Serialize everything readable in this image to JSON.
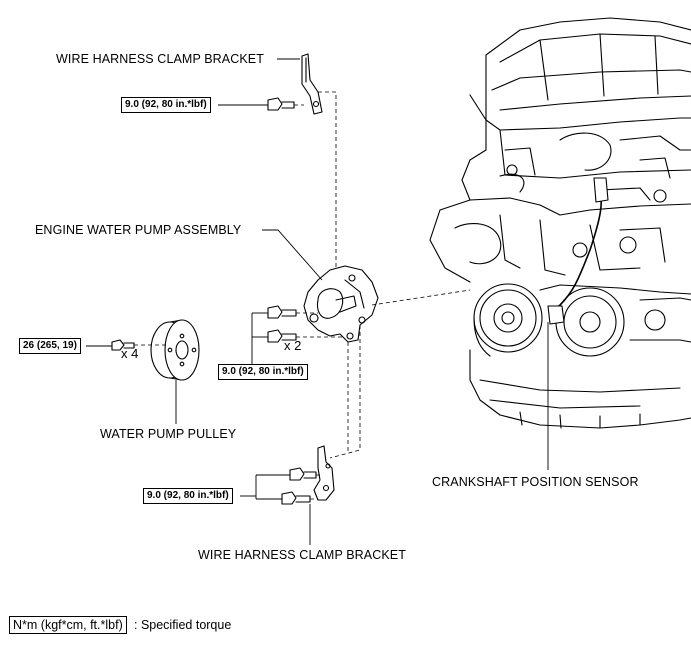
{
  "labels": {
    "wire_harness_top": "WIRE HARNESS CLAMP BRACKET",
    "engine_water_pump": "ENGINE WATER PUMP ASSEMBLY",
    "water_pump_pulley": "WATER PUMP PULLEY",
    "crankshaft_sensor": "CRANKSHAFT POSITION SENSOR",
    "wire_harness_bottom": "WIRE HARNESS CLAMP BRACKET"
  },
  "torques": {
    "top": "9.0 (92, 80 in.*lbf)",
    "pulley": "26 (265, 19)",
    "pump": "9.0 (92, 80 in.*lbf)",
    "bottom": "9.0 (92, 80 in.*lbf)"
  },
  "quantities": {
    "pulley_bolts": "x 4",
    "pump_bolts": "x 2"
  },
  "legend": {
    "unit_box": "N*m (kgf*cm, ft.*lbf)",
    "description": ": Specified torque"
  }
}
